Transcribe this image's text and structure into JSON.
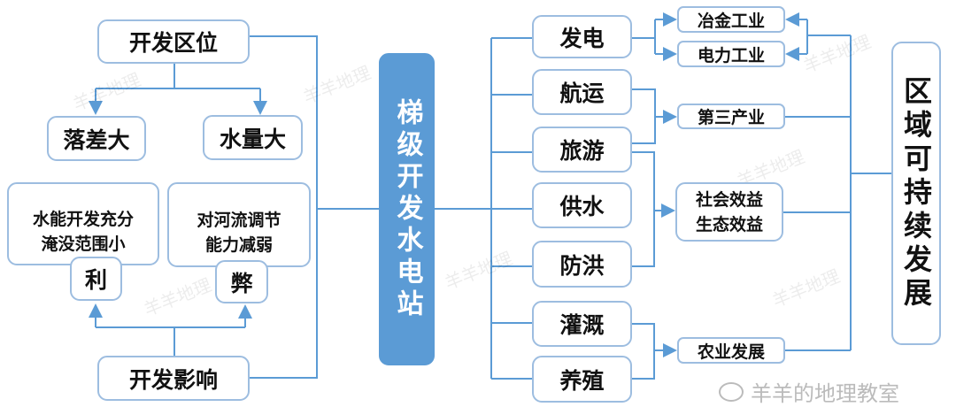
{
  "left": {
    "location": "开发区位",
    "drop": "落差大",
    "flow": "水量大",
    "pro_text": "水能开发充分\n淹没范围小",
    "pro_line1": "水能开发充分",
    "pro_line2": "淹没范围小",
    "pro_label": "利",
    "con_line1": "对河流调节",
    "con_line2": "能力减弱",
    "con_label": "弊",
    "impact": "开发影响"
  },
  "center": "梯级开发水电站",
  "uses": [
    "发电",
    "航运",
    "旅游",
    "供水",
    "防洪",
    "灌溉",
    "养殖"
  ],
  "results": {
    "metallurgy": "冶金工业",
    "power": "电力工业",
    "tertiary": "第三产业",
    "social": "社会效益",
    "eco": "生态效益",
    "agri": "农业发展"
  },
  "goal": "区域可持续发展",
  "watermark": "羊羊地理",
  "brand": "羊羊的地理教室",
  "colors": {
    "line": "#5b9bd5",
    "center_fill": "#5b9bd5",
    "border": "#9dbde0"
  }
}
